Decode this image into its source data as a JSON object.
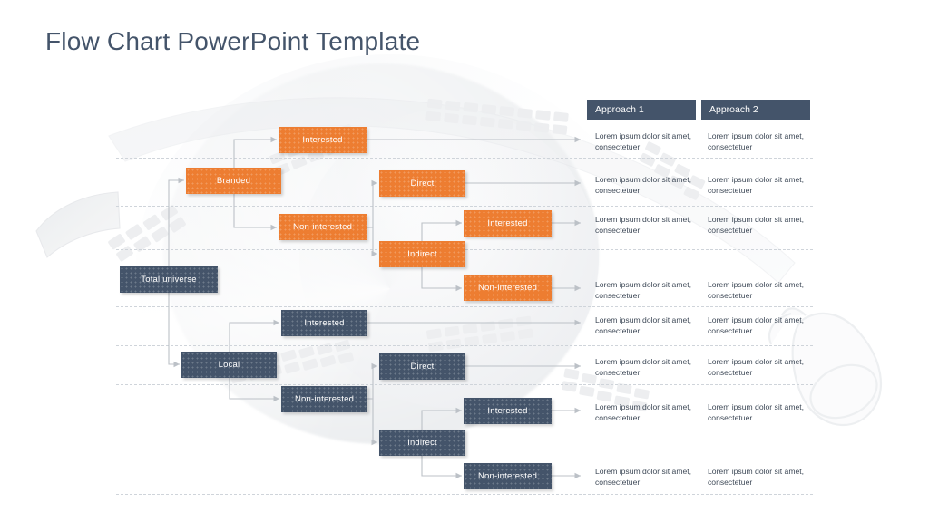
{
  "slide": {
    "title": "Flow Chart PowerPoint Template",
    "title_color": "#44546a",
    "background": "#ffffff",
    "accent_orange": "#ed7d31",
    "accent_slate": "#44546a",
    "separator_color": "#cfd4da"
  },
  "flow": {
    "root": {
      "label": "Total universe",
      "style": "slate"
    },
    "nodes": [
      {
        "id": "n01",
        "label": "Interested",
        "style": "orange"
      },
      {
        "id": "n02",
        "label": "Branded",
        "style": "orange"
      },
      {
        "id": "n03",
        "label": "Non-interested",
        "style": "orange"
      },
      {
        "id": "n04",
        "label": "Direct",
        "style": "orange"
      },
      {
        "id": "n05",
        "label": "Interested",
        "style": "orange"
      },
      {
        "id": "n06",
        "label": "Indirect",
        "style": "orange"
      },
      {
        "id": "n07",
        "label": "Non-interested",
        "style": "orange"
      },
      {
        "id": "n08",
        "label": "Interested",
        "style": "slate"
      },
      {
        "id": "n09",
        "label": "Local",
        "style": "slate"
      },
      {
        "id": "n10",
        "label": "Non-interested",
        "style": "slate"
      },
      {
        "id": "n11",
        "label": "Direct",
        "style": "slate"
      },
      {
        "id": "n12",
        "label": "Interested",
        "style": "slate"
      },
      {
        "id": "n13",
        "label": "Indirect",
        "style": "slate"
      },
      {
        "id": "n14",
        "label": "Non-interested",
        "style": "slate"
      }
    ]
  },
  "table": {
    "headers": [
      "Approach 1",
      "Approach 2"
    ],
    "rows": [
      {
        "approach1": "Lorem ipsum dolor sit amet, consectetuer",
        "approach2": "Lorem ipsum dolor sit amet, consectetuer"
      },
      {
        "approach1": "Lorem ipsum dolor sit amet, consectetuer",
        "approach2": "Lorem ipsum dolor sit amet, consectetuer"
      },
      {
        "approach1": "Lorem ipsum dolor sit amet, consectetuer",
        "approach2": "Lorem ipsum dolor sit amet, consectetuer"
      },
      {
        "approach1": "Lorem ipsum dolor sit amet, consectetuer",
        "approach2": "Lorem ipsum dolor sit amet, consectetuer"
      },
      {
        "approach1": "Lorem ipsum dolor sit amet, consectetuer",
        "approach2": "Lorem ipsum dolor sit amet, consectetuer"
      },
      {
        "approach1": "Lorem ipsum dolor sit amet, consectetuer",
        "approach2": "Lorem ipsum dolor sit amet, consectetuer"
      },
      {
        "approach1": "Lorem ipsum dolor sit amet, consectetuer",
        "approach2": "Lorem ipsum dolor sit amet, consectetuer"
      }
    ]
  }
}
